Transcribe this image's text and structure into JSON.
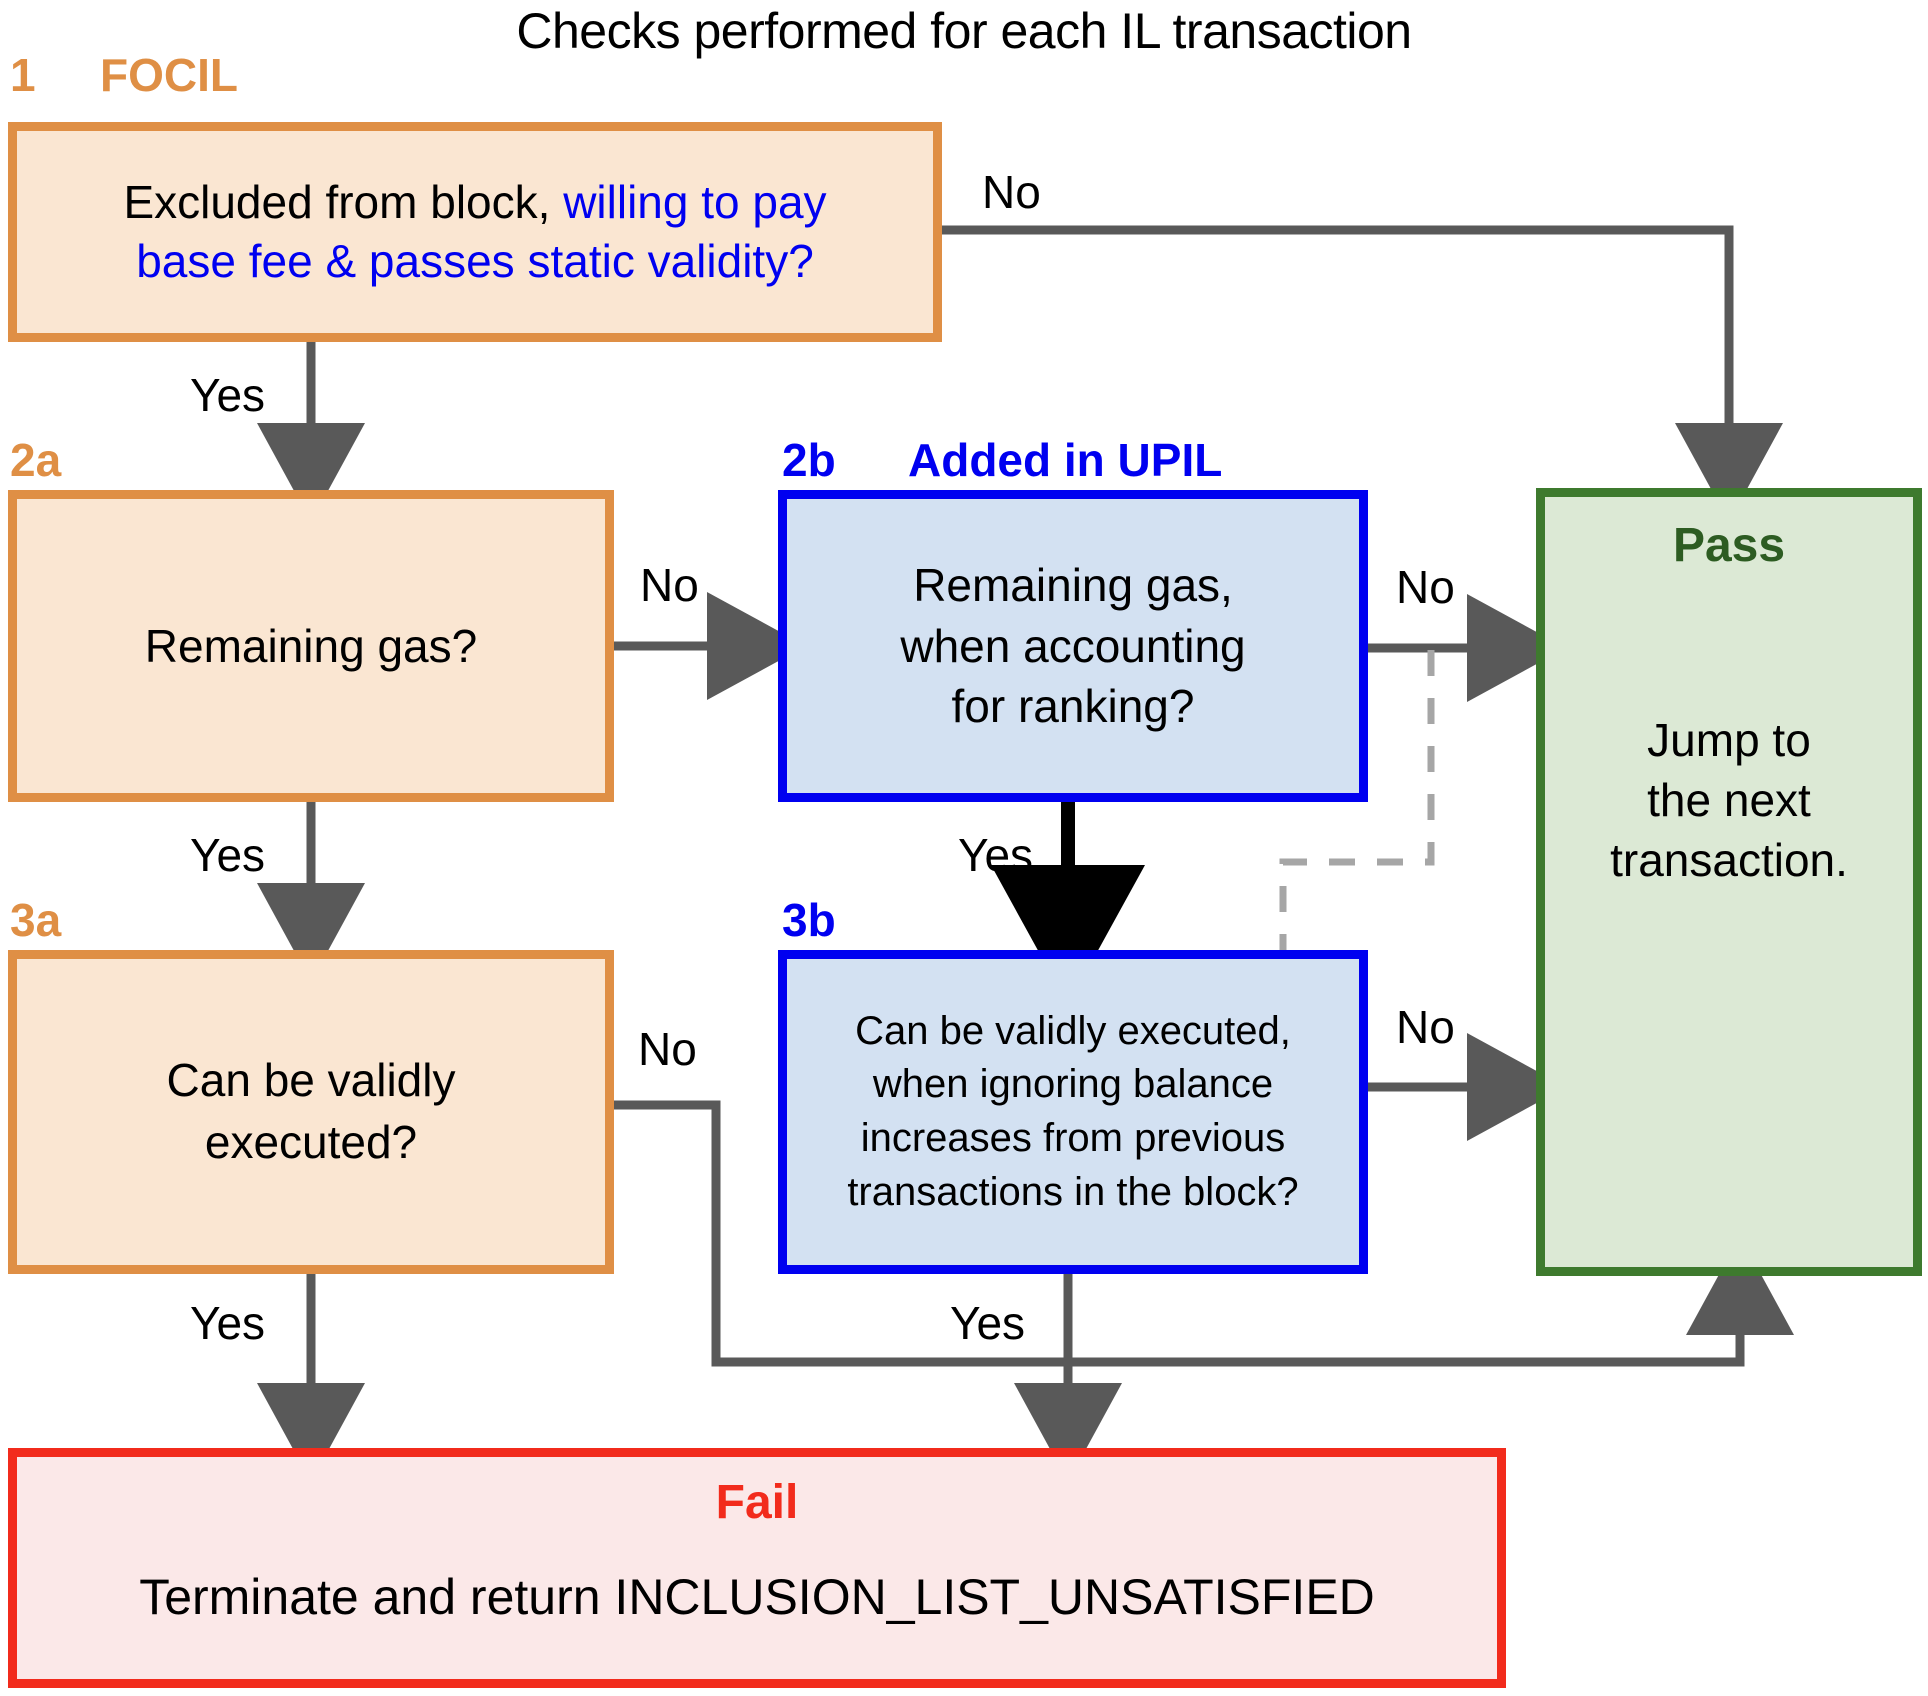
{
  "title": "Checks performed for each IL transaction",
  "nodes": {
    "n1": {
      "tag": "1",
      "group": "FOCIL",
      "line1_black": "Excluded from block, ",
      "line1_blue": "willing to pay",
      "line2_blue": "base fee & passes static validity?"
    },
    "n2a": {
      "tag": "2a",
      "text": "Remaining gas?"
    },
    "n2b": {
      "tag": "2b",
      "group": "Added in UPIL",
      "line1": "Remaining gas,",
      "line2": "when accounting",
      "line3": "for ranking?"
    },
    "n3a": {
      "tag": "3a",
      "line1": "Can be validly",
      "line2": "executed?"
    },
    "n3b": {
      "tag": "3b",
      "line1": "Can be validly executed,",
      "line2": "when ignoring balance",
      "line3": "increases from previous",
      "line4": "transactions in the block?"
    },
    "pass": {
      "title": "Pass",
      "line1": "Jump to",
      "line2": "the next",
      "line3": "transaction."
    },
    "fail": {
      "title": "Fail",
      "body": "Terminate and return INCLUSION_LIST_UNSATISFIED"
    }
  },
  "edges": {
    "n1_no": "No",
    "n1_yes": "Yes",
    "n2a_no": "No",
    "n2a_yes": "Yes",
    "n2b_no": "No",
    "n2b_yes": "Yes",
    "n3a_no": "No",
    "n3a_yes": "Yes",
    "n3b_no": "No",
    "n3b_yes": "Yes"
  },
  "colors": {
    "orange_border": "#df8f45",
    "orange_fill": "#fae6d2",
    "blue_border": "#0000f0",
    "blue_fill": "#d3e1f2",
    "green_border": "#3e7a2e",
    "green_fill": "#dce9d5",
    "green_text": "#2d5c22",
    "red_border": "#f22b1c",
    "red_fill": "#fbe8e8",
    "arrow_gray": "#595959",
    "dashed_gray": "#a6a6a6"
  }
}
